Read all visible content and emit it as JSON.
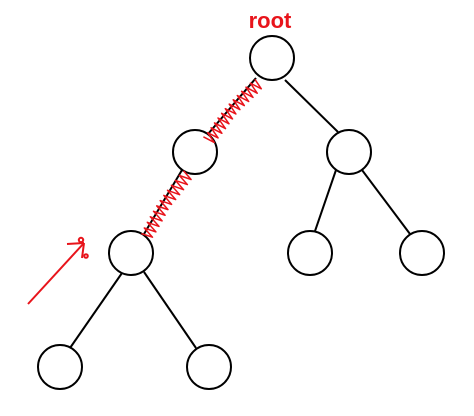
{
  "diagram": {
    "root_label": "root",
    "colors": {
      "line": "#000000",
      "node_fill": "#ffffff",
      "annotation": "#e8141b"
    },
    "nodes": [
      {
        "id": "root",
        "label": ""
      },
      {
        "id": "left-child",
        "label": ""
      },
      {
        "id": "right-child",
        "label": ""
      },
      {
        "id": "left-left-child",
        "label": ""
      },
      {
        "id": "right-left-child",
        "label": ""
      },
      {
        "id": "right-right-child",
        "label": ""
      },
      {
        "id": "left-left-left-leaf",
        "label": ""
      },
      {
        "id": "left-left-right-leaf",
        "label": ""
      }
    ],
    "edges": [
      {
        "from": "root",
        "to": "left-child"
      },
      {
        "from": "root",
        "to": "right-child"
      },
      {
        "from": "left-child",
        "to": "left-left-child"
      },
      {
        "from": "right-child",
        "to": "right-left-child"
      },
      {
        "from": "right-child",
        "to": "right-right-child"
      },
      {
        "from": "left-left-child",
        "to": "left-left-left-leaf"
      },
      {
        "from": "left-left-child",
        "to": "left-left-right-leaf"
      }
    ],
    "highlighted_path": [
      "root",
      "left-child",
      "left-left-child"
    ],
    "pointer_arrow_target": "left-left-child"
  }
}
